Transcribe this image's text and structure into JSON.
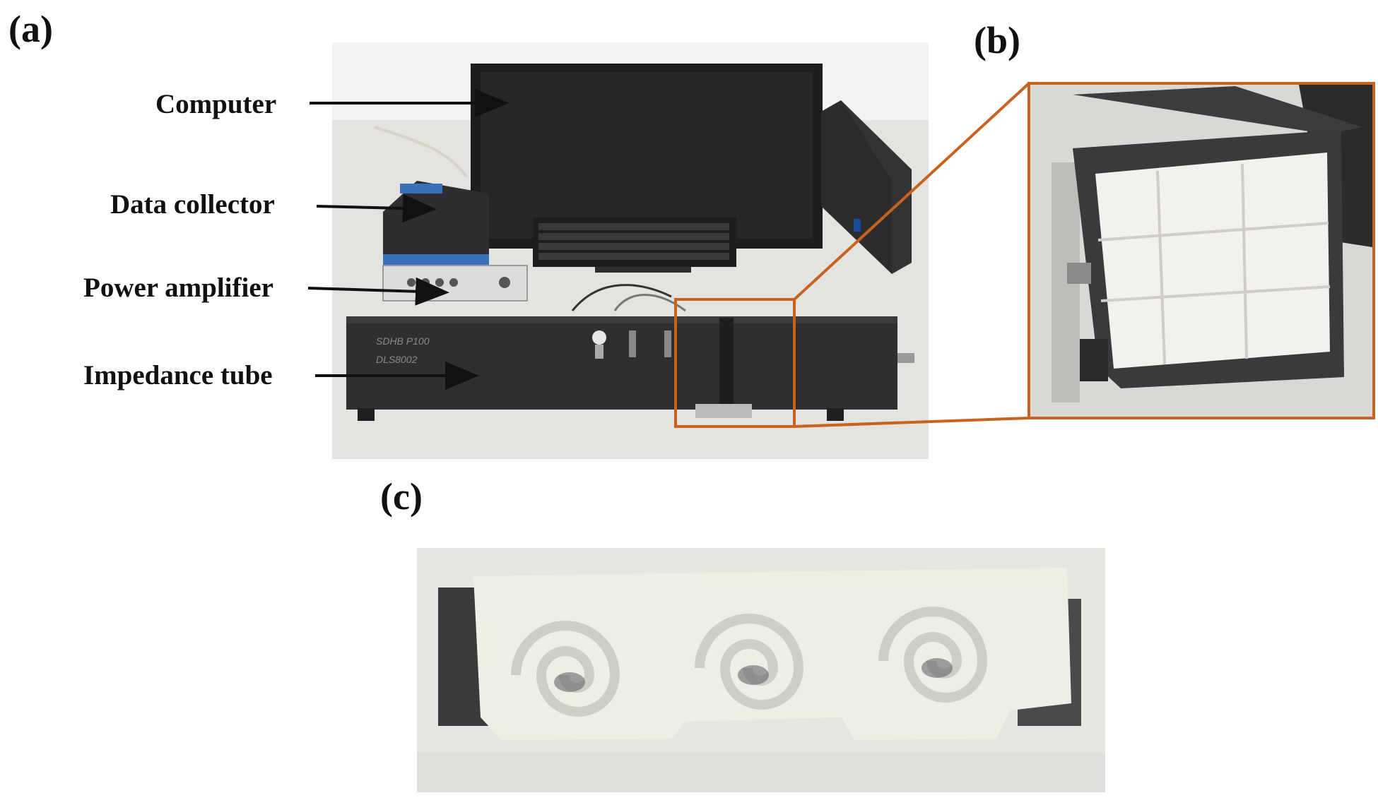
{
  "panels": {
    "a": "(a)",
    "b": "(b)",
    "c": "(c)"
  },
  "labels": {
    "computer": "Computer",
    "data_collector": "Data collector",
    "power_amplifier": "Power amplifier",
    "impedance_tube": "Impedance tube"
  },
  "device_text": {
    "tube_model_1": "SDHB P100",
    "tube_model_2": "DLS8002"
  },
  "colors": {
    "callout_box": "#c8621f",
    "arrow": "#111111",
    "photo_background": "#e9e8e4",
    "equipment": "#2a2a2c",
    "sample_white": "#eeeee8"
  }
}
